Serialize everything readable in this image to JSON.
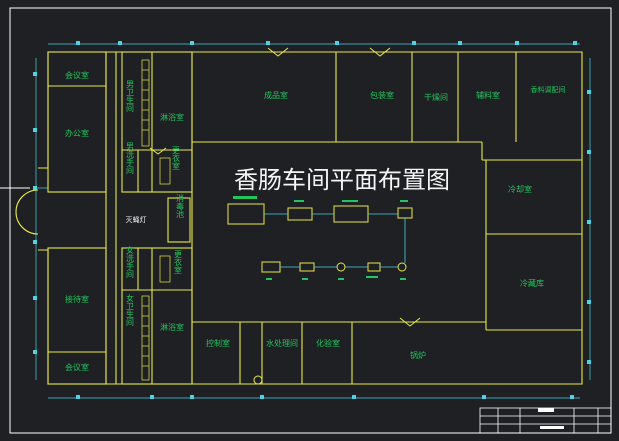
{
  "drawing": {
    "title": "香肠车间平面布置图",
    "colors": {
      "background": "#1f2023",
      "wall": "#e8e84a",
      "label": "#22c55e",
      "dimension": "#4dd2e6",
      "title": "#f5f5f5"
    }
  },
  "rooms": {
    "meeting_top": "会议室",
    "office": "办公室",
    "reception": "接待室",
    "meeting_bottom": "会议室",
    "male_wc": "男卫生间",
    "male_shower": "淋浴室",
    "male_wash": "男洗手间",
    "male_change": "更衣室",
    "lamp": "灭蝇灯",
    "disinfect": "消毒池",
    "female_wash": "女洗手间",
    "female_change": "更衣室",
    "female_wc": "女卫生间",
    "female_shower": "淋浴室",
    "finished": "成品室",
    "packing": "包装室",
    "drying": "干燥间",
    "auxiliary": "辅料室",
    "spice": "香料调配间",
    "cooling": "冷却室",
    "cold_store": "冷藏库",
    "control": "控制室",
    "water": "水处理间",
    "lab": "化验室",
    "boiler": "锅炉"
  }
}
